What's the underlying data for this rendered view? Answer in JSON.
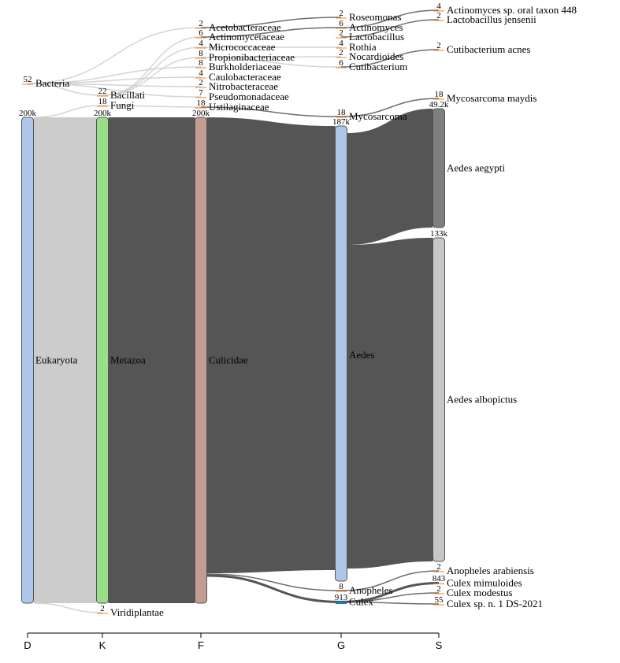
{
  "chart_data": {
    "type": "sankey",
    "levels": [
      "D",
      "K",
      "F",
      "G",
      "S"
    ],
    "colors": {
      "node_fill": "#ffffff",
      "node_stroke": "#555555",
      "major_link": "#555555",
      "eukaryota_link": "#cccccc",
      "minor_link": "#cccccc",
      "eukaryota": "#aec7e8",
      "metazoa": "#98df8a",
      "culicidae": "#c49c94",
      "aedes": "#aec7e8",
      "aedes_aegypti": "#7f7f7f",
      "aedes_albopictus": "#c7c7c7",
      "culex": "#1f77b4",
      "small_tick": "#ff7f0e"
    },
    "nodes": [
      {
        "id": "eukaryota",
        "name": "Eukaryota",
        "level": "D",
        "count": "200k",
        "major": true
      },
      {
        "id": "bacteria",
        "name": "Bacteria",
        "level": "D",
        "count": "52"
      },
      {
        "id": "metazoa",
        "name": "Metazoa",
        "level": "K",
        "count": "200k",
        "major": true
      },
      {
        "id": "bacillati",
        "name": "Bacillati",
        "level": "K",
        "count": "22"
      },
      {
        "id": "fungi",
        "name": "Fungi",
        "level": "K",
        "count": "18"
      },
      {
        "id": "viridiplantae",
        "name": "Viridiplantae",
        "level": "K",
        "count": "2"
      },
      {
        "id": "culicidae",
        "name": "Culicidae",
        "level": "F",
        "count": "200k",
        "major": true
      },
      {
        "id": "acetobacteraceae",
        "name": "Acetobacteraceae",
        "level": "F",
        "count": "2"
      },
      {
        "id": "actinomycetaceae",
        "name": "Actinomycetaceae",
        "level": "F",
        "count": "6"
      },
      {
        "id": "micrococcaceae",
        "name": "Micrococcaceae",
        "level": "F",
        "count": "4"
      },
      {
        "id": "propionibacteriaceae",
        "name": "Propionibacteriaceae",
        "level": "F",
        "count": "8"
      },
      {
        "id": "burkholderiaceae",
        "name": "Burkholderiaceae",
        "level": "F",
        "count": "8"
      },
      {
        "id": "caulobacteraceae",
        "name": "Caulobacteraceae",
        "level": "F",
        "count": "4"
      },
      {
        "id": "nitrobacteraceae",
        "name": "Nitrobacteraceae",
        "level": "F",
        "count": "2"
      },
      {
        "id": "pseudomonadaceae",
        "name": "Pseudomonadaceae",
        "level": "F",
        "count": "7"
      },
      {
        "id": "ustilaginaceae",
        "name": "Ustilaginaceae",
        "level": "F",
        "count": "18"
      },
      {
        "id": "aedes",
        "name": "Aedes",
        "level": "G",
        "count": "187k",
        "major": true
      },
      {
        "id": "roseomonas",
        "name": "Roseomonas",
        "level": "G",
        "count": "2"
      },
      {
        "id": "actinomyces",
        "name": "Actinomyces",
        "level": "G",
        "count": "6"
      },
      {
        "id": "lactobacillus",
        "name": "Lactobacillus",
        "level": "G",
        "count": "2"
      },
      {
        "id": "rothia",
        "name": "Rothia",
        "level": "G",
        "count": "4"
      },
      {
        "id": "nocardioides",
        "name": "Nocardioides",
        "level": "G",
        "count": "2"
      },
      {
        "id": "cutibacterium",
        "name": "Cutibacterium",
        "level": "G",
        "count": "6"
      },
      {
        "id": "mycosarcoma",
        "name": "Mycosarcoma",
        "level": "G",
        "count": "18"
      },
      {
        "id": "anopheles",
        "name": "Anopheles",
        "level": "G",
        "count": "8"
      },
      {
        "id": "culex",
        "name": "Culex",
        "level": "G",
        "count": "913"
      },
      {
        "id": "actinomyces_oral",
        "name": "Actinomyces sp. oral taxon 448",
        "level": "S",
        "count": "4"
      },
      {
        "id": "lactobacillus_jensenii",
        "name": "Lactobacillus jensenii",
        "level": "S",
        "count": "2"
      },
      {
        "id": "cutibacterium_acnes",
        "name": "Cutibacterium acnes",
        "level": "S",
        "count": "2"
      },
      {
        "id": "mycosarcoma_maydis",
        "name": "Mycosarcoma maydis",
        "level": "S",
        "count": "18"
      },
      {
        "id": "aedes_aegypti",
        "name": "Aedes aegypti",
        "level": "S",
        "count": "49.2k",
        "major": true
      },
      {
        "id": "aedes_albopictus",
        "name": "Aedes albopictus",
        "level": "S",
        "count": "133k",
        "major": true
      },
      {
        "id": "anopheles_arabiensis",
        "name": "Anopheles arabiensis",
        "level": "S",
        "count": "2"
      },
      {
        "id": "culex_mimuloides",
        "name": "Culex mimuloides",
        "level": "S",
        "count": "843"
      },
      {
        "id": "culex_modestus",
        "name": "Culex modestus",
        "level": "S",
        "count": "2"
      },
      {
        "id": "culex_sp_n1",
        "name": "Culex sp. n. 1 DS-2021",
        "level": "S",
        "count": "55"
      }
    ],
    "links": [
      {
        "source": "eukaryota",
        "target": "metazoa",
        "value": 200000
      },
      {
        "source": "eukaryota",
        "target": "fungi",
        "value": 18
      },
      {
        "source": "eukaryota",
        "target": "viridiplantae",
        "value": 2
      },
      {
        "source": "bacteria",
        "target": "bacillati",
        "value": 22
      },
      {
        "source": "bacteria",
        "target": "acetobacteraceae",
        "value": 2
      },
      {
        "source": "bacteria",
        "target": "burkholderiaceae",
        "value": 8
      },
      {
        "source": "bacteria",
        "target": "caulobacteraceae",
        "value": 4
      },
      {
        "source": "bacteria",
        "target": "nitrobacteraceae",
        "value": 2
      },
      {
        "source": "bacteria",
        "target": "pseudomonadaceae",
        "value": 7
      },
      {
        "source": "bacillati",
        "target": "actinomycetaceae",
        "value": 6
      },
      {
        "source": "bacillati",
        "target": "micrococcaceae",
        "value": 4
      },
      {
        "source": "bacillati",
        "target": "propionibacteriaceae",
        "value": 8
      },
      {
        "source": "fungi",
        "target": "ustilaginaceae",
        "value": 18
      },
      {
        "source": "metazoa",
        "target": "culicidae",
        "value": 200000
      },
      {
        "source": "acetobacteraceae",
        "target": "roseomonas",
        "value": 2
      },
      {
        "source": "actinomycetaceae",
        "target": "actinomyces",
        "value": 6
      },
      {
        "source": "micrococcaceae",
        "target": "rothia",
        "value": 4
      },
      {
        "source": "propionibacteriaceae",
        "target": "nocardioides",
        "value": 2
      },
      {
        "source": "propionibacteriaceae",
        "target": "cutibacterium",
        "value": 6
      },
      {
        "source": "ustilaginaceae",
        "target": "mycosarcoma",
        "value": 18
      },
      {
        "source": "culicidae",
        "target": "aedes",
        "value": 187000
      },
      {
        "source": "culicidae",
        "target": "anopheles",
        "value": 8
      },
      {
        "source": "culicidae",
        "target": "culex",
        "value": 913
      },
      {
        "source": "actinomyces",
        "target": "actinomyces_oral",
        "value": 4
      },
      {
        "source": "lactobacillus",
        "target": "lactobacillus_jensenii",
        "value": 2
      },
      {
        "source": "cutibacterium",
        "target": "cutibacterium_acnes",
        "value": 2
      },
      {
        "source": "mycosarcoma",
        "target": "mycosarcoma_maydis",
        "value": 18
      },
      {
        "source": "aedes",
        "target": "aedes_aegypti",
        "value": 49200
      },
      {
        "source": "aedes",
        "target": "aedes_albopictus",
        "value": 133000
      },
      {
        "source": "anopheles",
        "target": "anopheles_arabiensis",
        "value": 2
      },
      {
        "source": "culex",
        "target": "culex_mimuloides",
        "value": 843
      },
      {
        "source": "culex",
        "target": "culex_modestus",
        "value": 2
      },
      {
        "source": "culex",
        "target": "culex_sp_n1",
        "value": 55
      }
    ]
  }
}
